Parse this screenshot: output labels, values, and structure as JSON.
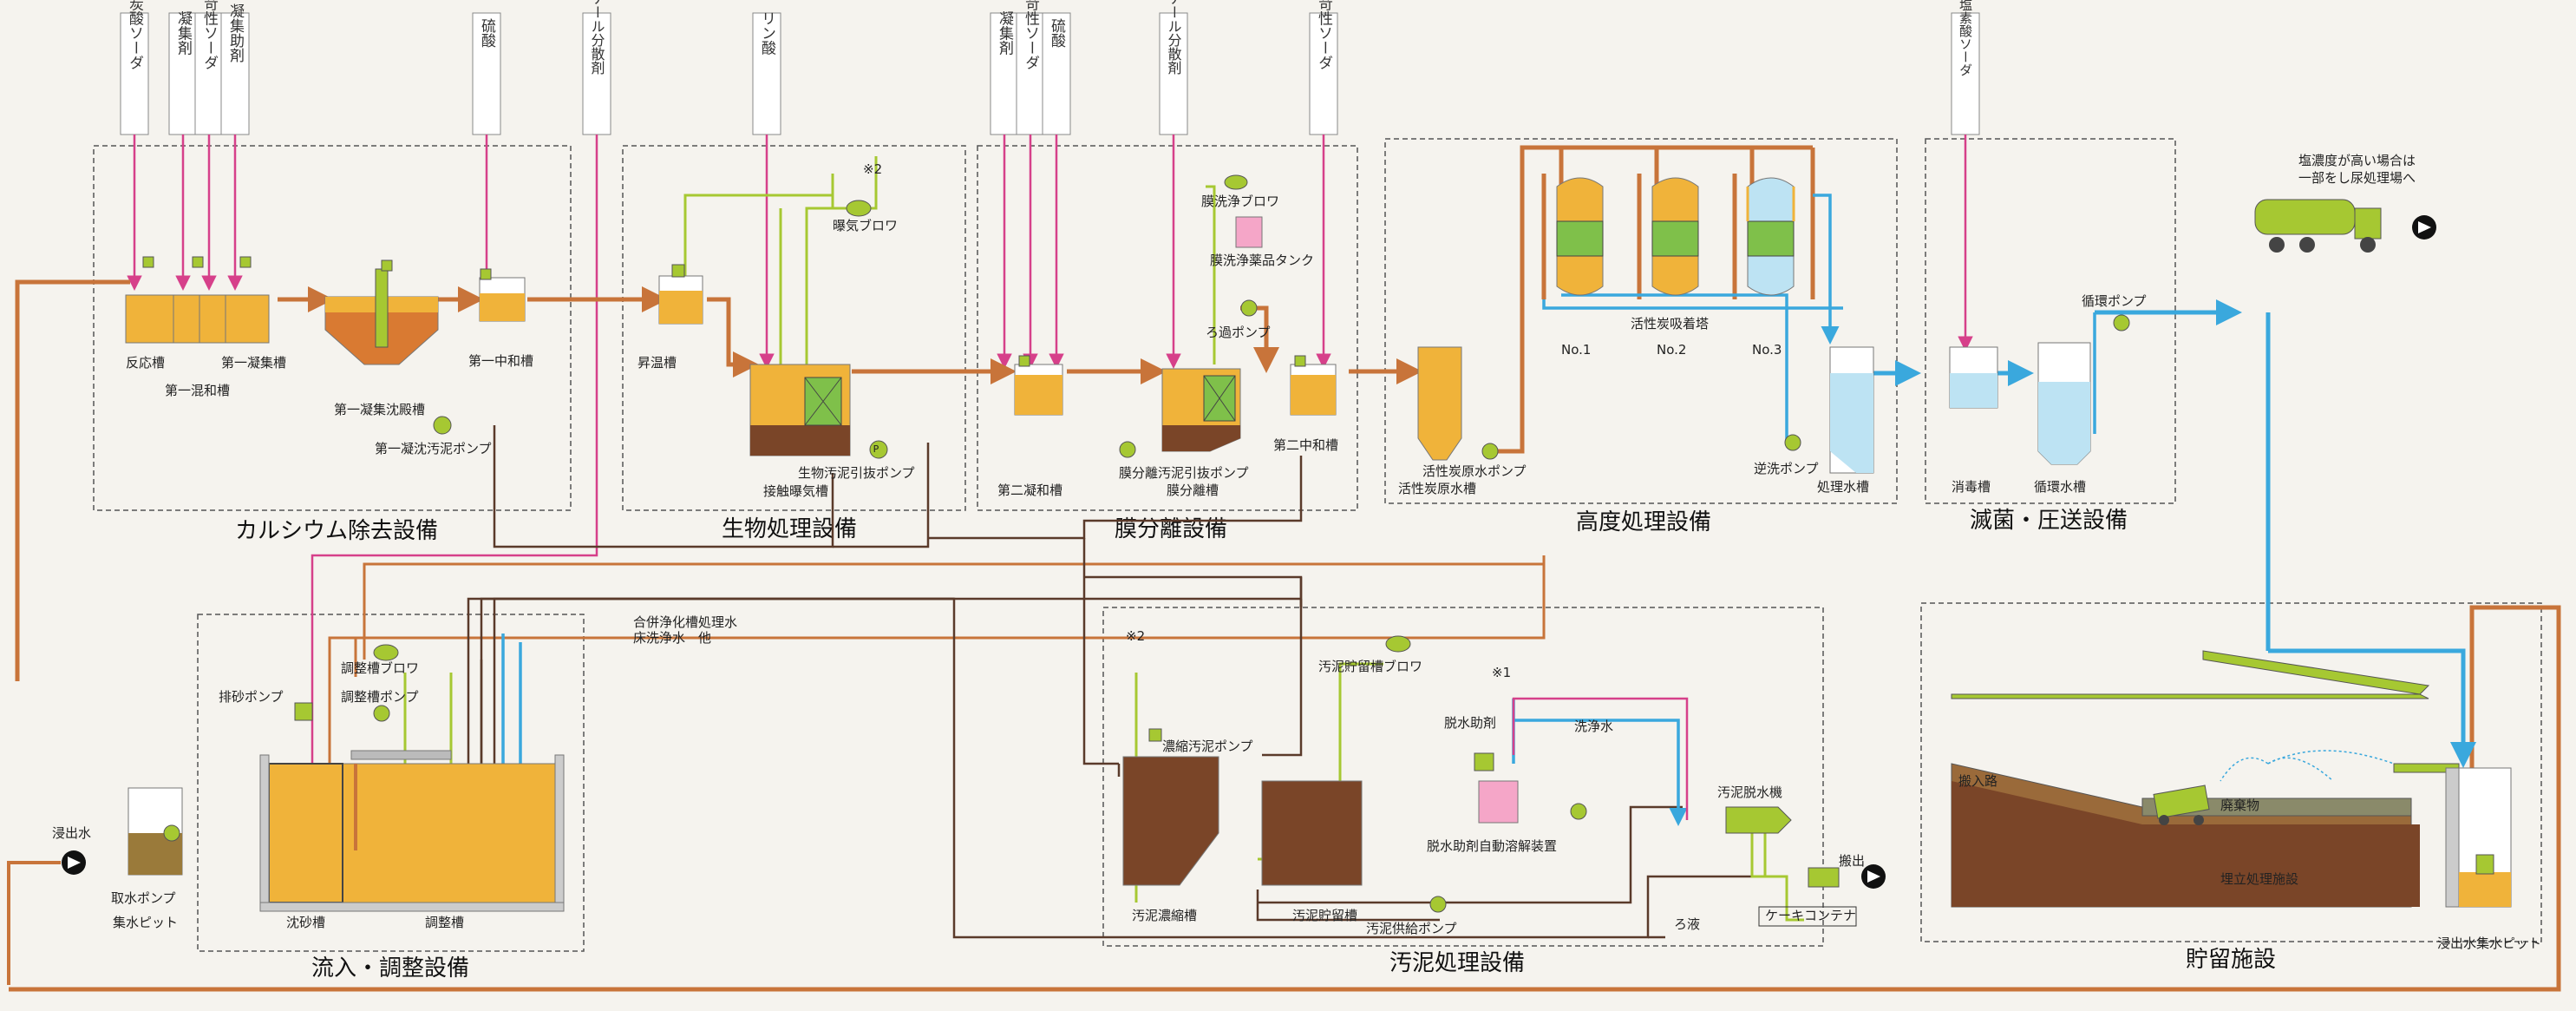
{
  "sections": {
    "calcium": "カルシウム除去設備",
    "bio": "生物処理設備",
    "membrane": "膜分離設備",
    "advanced": "高度処理設備",
    "sterilize": "滅菌・圧送設備",
    "inflow": "流入・調整設備",
    "sludge": "汚泥処理設備",
    "storage": "貯留施設"
  },
  "chemicals": {
    "caustic_soda_carbonate": "炭酸ソーダ",
    "flocculant": "凝集剤",
    "caustic_soda": "苛性ソーダ",
    "flocculant_aid": "凝集助剤",
    "sulfuric_acid": "硫酸",
    "scale_inhibitor": "スケール分散剤",
    "phosphoric_acid": "リン酸",
    "mem_flocculant": "凝集剤",
    "mem_caustic": "苛性ソーダ",
    "mem_sulfuric": "硫酸",
    "mem_scale": "スケール分散剤",
    "caustic_soda_2": "苛性ソーダ",
    "hypochlorite": "次亜塩素酸ソーダ"
  },
  "labels": {
    "reaction_tank": "反応槽",
    "first_coag_tank": "第一凝集槽",
    "first_mix_tank": "第一混和槽",
    "first_settling": "第一凝集沈殿槽",
    "first_neutral": "第一中和槽",
    "first_sludge_pump": "第一凝沈汚泥ポンプ",
    "heating_tank": "昇温槽",
    "aeration_blower": "曝気ブロワ",
    "mark2": "※2",
    "contact_tank": "接触曝気槽",
    "bio_sludge_pump": "生物汚泥引抜ポンプ",
    "mem_wash_blower": "膜洗浄ブロワ",
    "mem_chem_tank": "膜洗浄薬品タンク",
    "filter_pump": "ろ過ポンプ",
    "second_coag_tank": "第二凝和槽",
    "mem_sep_tank": "膜分離槽",
    "mem_sludge_pump": "膜分離汚泥引抜ポンプ",
    "second_neutral": "第二中和槽",
    "ac_raw_tank": "活性炭原水槽",
    "ac_raw_pump": "活性炭原水ポンプ",
    "ac_tower": "活性炭吸着塔",
    "no1": "No.1",
    "no2": "No.2",
    "no3": "No.3",
    "backwash_pump": "逆洗ポンプ",
    "treated_tank": "処理水槽",
    "disinfect_tank": "消毒槽",
    "circ_tank": "循環水槽",
    "circ_pump": "循環ポンプ",
    "truck_note1": "塩濃度が高い場合は",
    "truck_note2": "一部をし尿処理場へ",
    "grit_pump": "排砂ポンプ",
    "adj_blower": "調整槽ブロワ",
    "adj_pump": "調整槽ポンプ",
    "grit_tank": "沈砂槽",
    "adj_tank": "調整槽",
    "leachate": "浸出水",
    "intake_pump": "取水ポンプ",
    "collection_pit": "集水ピット",
    "septic_water": "合併浄化槽処理水",
    "floor_wash": "床洗浄水　他",
    "sludge_blower": "汚泥貯留槽ブロワ",
    "thick_pump": "濃縮汚泥ポンプ",
    "sludge_thickener": "汚泥濃縮槽",
    "sludge_storage": "汚泥貯留槽",
    "sludge_feed_pump": "汚泥供給ポンプ",
    "mark1": "※1",
    "dewater_aid": "脱水助剤",
    "wash_water": "洗浄水",
    "dewater_aid_unit": "脱水助剤自動溶解装置",
    "dewater_machine": "汚泥脱水機",
    "carry_out": "搬出",
    "cake_container": "ケーキコンテナ",
    "filtrate": "ろ液",
    "entry_road": "搬入路",
    "waste": "廃棄物",
    "landfill": "埋立処理施設",
    "leachate_pit": "浸出水集水ピット",
    "pump_p": "P"
  },
  "colors": {
    "main_flow": "#c8743a",
    "sludge_flow": "#5a3a2a",
    "chemical": "#d6408a",
    "air": "#a6c832",
    "water": "#3aa8dd",
    "tank_fill": "#f0b33a",
    "sludge_fill": "#7a4528",
    "ac_green": "#7fc04a",
    "water_fill": "#bde3f3"
  }
}
